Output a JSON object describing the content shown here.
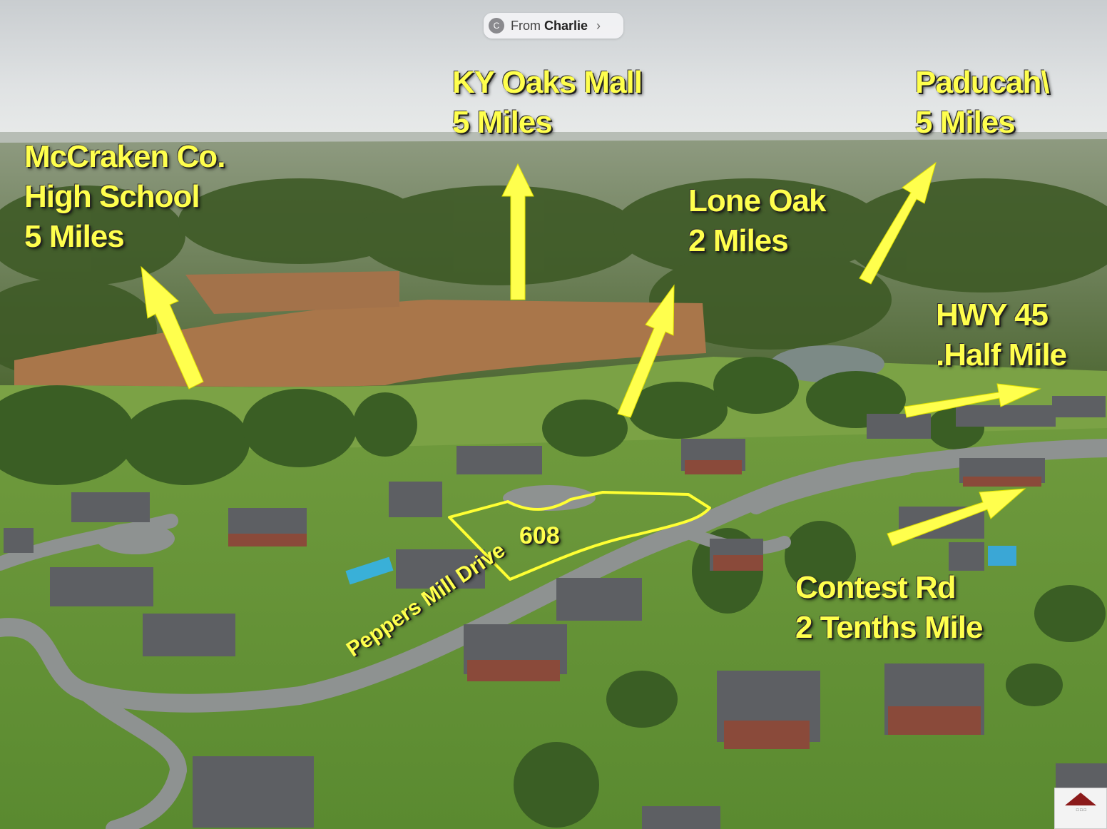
{
  "chip": {
    "badge": "C",
    "from": "From",
    "name": "Charlie"
  },
  "labels": {
    "school": [
      "McCraken Co.",
      "High School",
      "5 Miles"
    ],
    "mall": [
      "KY Oaks Mall",
      "5 Miles"
    ],
    "paducah": [
      "Paducah\\",
      "5 Miles"
    ],
    "lone_oak": [
      "Lone Oak",
      "2 Miles"
    ],
    "hwy45": [
      "HWY 45",
      ".Half Mile"
    ],
    "contest": [
      "Contest Rd",
      "2 Tenths Mile"
    ]
  },
  "lot": {
    "number": "608"
  },
  "street": {
    "name": "Peppers Mill Drive"
  },
  "colors": {
    "label": "#ffff4d",
    "arrow": "#ffff4d",
    "outline": "#ffff33"
  }
}
